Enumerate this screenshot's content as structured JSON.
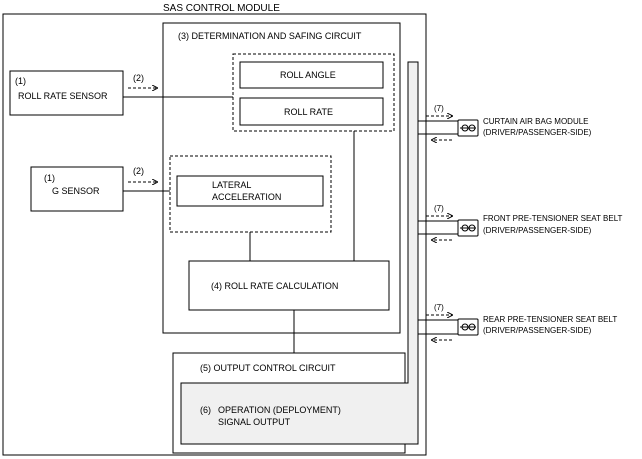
{
  "module_title": "SAS CONTROL MODULE",
  "inputs": [
    {
      "num": "(1)",
      "label": "ROLL RATE SENSOR",
      "arrow_num": "(2)"
    },
    {
      "num": "(1)",
      "label": "G SENSOR",
      "arrow_num": "(2)"
    }
  ],
  "circuit3": {
    "title": "(3) DETERMINATION AND SAFING CIRCUIT",
    "roll_angle": "ROLL ANGLE",
    "roll_rate": "ROLL RATE",
    "lateral_line1": "LATERAL",
    "lateral_line2": "ACCELERATION",
    "calc": "(4) ROLL RATE CALCULATION"
  },
  "circuit5": {
    "title": "(5) OUTPUT CONTROL  CIRCUIT",
    "num6": "(6)",
    "out_line1": "OPERATION (DEPLOYMENT)",
    "out_line2": "SIGNAL OUTPUT"
  },
  "outputs": [
    {
      "num": "(7)",
      "line1": "CURTAIN AIR BAG MODULE",
      "line2": "(DRIVER/PASSENGER-SIDE)"
    },
    {
      "num": "(7)",
      "line1": "FRONT PRE-TENSIONER SEAT BELT",
      "line2": "(DRIVER/PASSENGER-SIDE)"
    },
    {
      "num": "(7)",
      "line1": "REAR PRE-TENSIONER SEAT BELT",
      "line2": "(DRIVER/PASSENGER-SIDE)"
    }
  ]
}
